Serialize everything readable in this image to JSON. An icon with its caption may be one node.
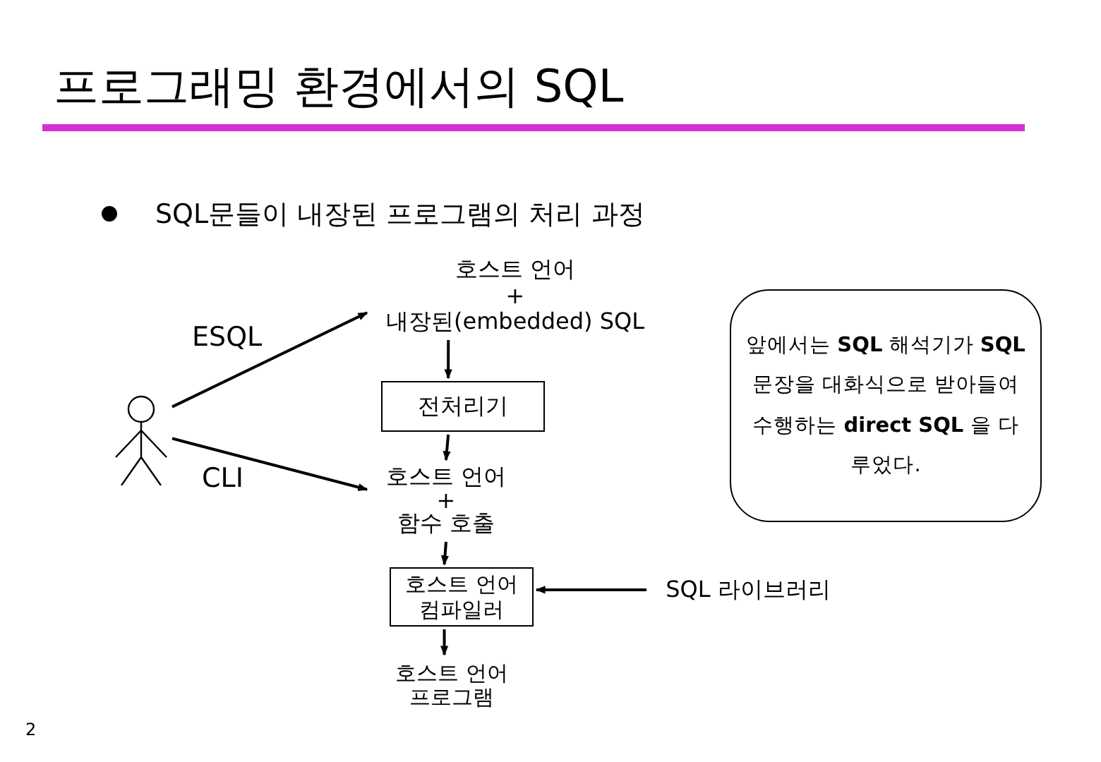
{
  "diagram": {
    "title": "프로그래밍 환경에서의 SQL",
    "nodes": [
      {
        "text": [],
        "shape": "person"
      },
      {
        "text": [
          "호스트 언어",
          "+",
          "내장된(embedded) SQL"
        ]
      },
      {
        "text": [
          "전처리기"
        ]
      },
      {
        "text": [
          "호스트 언어",
          "+",
          "함수 호출"
        ]
      },
      {
        "text": [
          "호스트 언어 컴파일러"
        ]
      },
      {
        "text": [
          "호스트 언어 프로그램"
        ]
      },
      {
        "text": [
          "SQL 라이브러리"
        ]
      },
      {
        "text": [
          "앞에서는 **SQL** 해석기가 **SQL** 문장을 대화식으로 받아들여 수행하는 **direct SQL** 을 다루었다."
        ]
      }
    ],
    "edges": [
      {
        "from": 0,
        "to": 1,
        "arrow": "to",
        "label": "ESQL"
      },
      {
        "from": 0,
        "to": 3,
        "arrow": "to",
        "label": "CLI"
      },
      {
        "from": 1,
        "to": 2,
        "arrow": "to"
      },
      {
        "from": 2,
        "to": 3,
        "arrow": "to"
      },
      {
        "from": 3,
        "to": 4,
        "arrow": "to"
      },
      {
        "from": 6,
        "to": 4,
        "arrow": "to"
      },
      {
        "from": 4,
        "to": 5,
        "arrow": "to"
      }
    ],
    "labels": [
      "SQL문들이 내장된 프로그램의 처리 과정",
      "2"
    ]
  }
}
